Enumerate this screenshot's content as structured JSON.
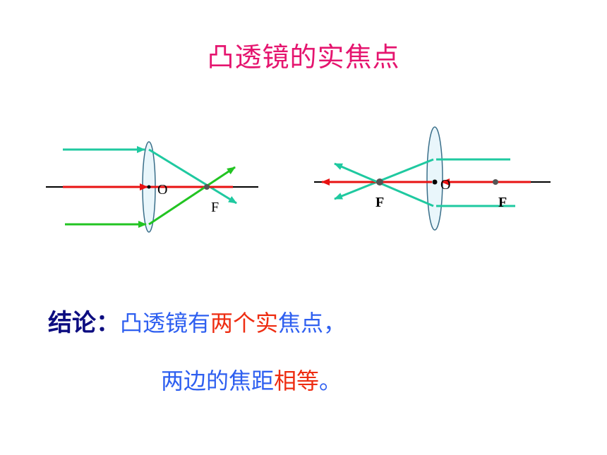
{
  "title": "凸透镜的实焦点",
  "diagram_left": {
    "optical_center_label": "O",
    "focus_label": "F"
  },
  "diagram_right": {
    "optical_center_label": "O",
    "focus_left_label": "F",
    "focus_right_label": "F"
  },
  "conclusion": {
    "heading": "结论：",
    "part1": "凸透镜有",
    "part2": "两个",
    "part3": "实",
    "part4": "焦点，",
    "part5": "两边的焦距",
    "part6": "相等",
    "part7": "。"
  },
  "colors": {
    "title": "#e5156f",
    "teal_ray": "#1fc9a0",
    "green_ray": "#22c422",
    "red_ray": "#e81212",
    "heading": "#0d0d80",
    "text_blue": "#2e5ff0",
    "text_red": "#ee2d12"
  }
}
